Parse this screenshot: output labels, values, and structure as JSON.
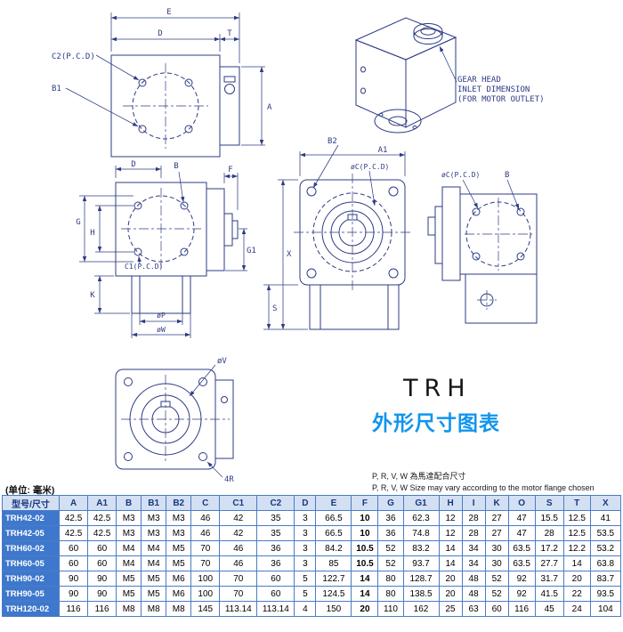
{
  "page": {
    "unit_label": "(单位: 毫米)"
  },
  "title": {
    "series": "TRH",
    "subtitle": "外形尺寸图表"
  },
  "notes": {
    "cn": "P, R, V, W 為馬達配合尺寸",
    "en": "P, R, V, W Size may vary according to the motor flange chosen"
  },
  "callout": {
    "l1": "GEAR HEAD",
    "l2": "INLET DIMENSION",
    "l3": "(FOR MOTOR OUTLET)"
  },
  "labels": {
    "e": "E",
    "d": "D",
    "t": "T",
    "a": "A",
    "c2_pcd": "C2(P.C.D)",
    "b1": "B1",
    "d2": "D",
    "b": "B",
    "f": "F",
    "g": "G",
    "h": "H",
    "g1": "G1",
    "c1_pcd": "C1(P.C.D)",
    "k": "K",
    "phi_p": "øP",
    "phi_w": "øW",
    "s": "S",
    "x": "X",
    "b2": "B2",
    "a1": "A1",
    "c_pcd": "øC(P.C.D)",
    "c_pcd_r": "øC(P.C.D)",
    "b_r": "B",
    "phi_v": "øV",
    "r4": "4R"
  },
  "table": {
    "header": [
      "型号/尺寸",
      "A",
      "A1",
      "B",
      "B1",
      "B2",
      "C",
      "C1",
      "C2",
      "D",
      "E",
      "F",
      "G",
      "G1",
      "H",
      "I",
      "K",
      "O",
      "S",
      "T",
      "X"
    ],
    "rows": [
      [
        "TRH42-02",
        "42.5",
        "42.5",
        "M3",
        "M3",
        "M3",
        "46",
        "42",
        "35",
        "3",
        "66.5",
        "10",
        "36",
        "62.3",
        "12",
        "28",
        "27",
        "47",
        "15.5",
        "12.5",
        "41"
      ],
      [
        "TRH42-05",
        "42.5",
        "42.5",
        "M3",
        "M3",
        "M3",
        "46",
        "42",
        "35",
        "3",
        "66.5",
        "10",
        "36",
        "74.8",
        "12",
        "28",
        "27",
        "47",
        "28",
        "12.5",
        "53.5"
      ],
      [
        "TRH60-02",
        "60",
        "60",
        "M4",
        "M4",
        "M5",
        "70",
        "46",
        "36",
        "3",
        "84.2",
        "10.5",
        "52",
        "83.2",
        "14",
        "34",
        "30",
        "63.5",
        "17.2",
        "12.2",
        "53.2"
      ],
      [
        "TRH60-05",
        "60",
        "60",
        "M4",
        "M4",
        "M5",
        "70",
        "46",
        "36",
        "3",
        "85",
        "10.5",
        "52",
        "93.7",
        "14",
        "34",
        "30",
        "63.5",
        "27.7",
        "14",
        "63.8"
      ],
      [
        "TRH90-02",
        "90",
        "90",
        "M5",
        "M5",
        "M6",
        "100",
        "70",
        "60",
        "5",
        "122.7",
        "14",
        "80",
        "128.7",
        "20",
        "48",
        "52",
        "92",
        "31.7",
        "20",
        "83.7"
      ],
      [
        "TRH90-05",
        "90",
        "90",
        "M5",
        "M5",
        "M6",
        "100",
        "70",
        "60",
        "5",
        "124.5",
        "14",
        "80",
        "138.5",
        "20",
        "48",
        "52",
        "92",
        "41.5",
        "22",
        "93.5"
      ],
      [
        "TRH120-02",
        "116",
        "116",
        "M8",
        "M8",
        "M8",
        "145",
        "113.14",
        "113.14",
        "4",
        "150",
        "20",
        "110",
        "162",
        "25",
        "63",
        "60",
        "116",
        "45",
        "24",
        "104"
      ]
    ]
  },
  "colors": {
    "line": "#2e3b84",
    "accent": "#1095ee",
    "table_border": "#4a7cc7",
    "header_bg": "#d3e0f4",
    "model_bg": "#3e78cc"
  }
}
